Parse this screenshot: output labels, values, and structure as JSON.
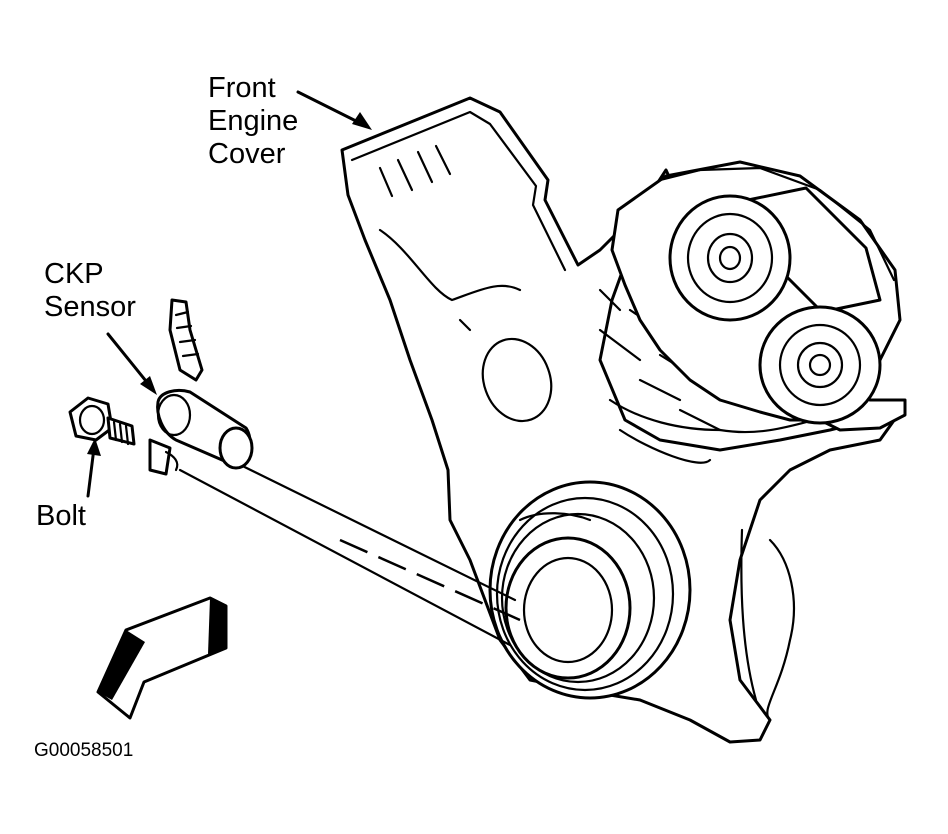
{
  "labels": {
    "front_engine_cover": [
      "Front",
      "Engine",
      "Cover"
    ],
    "ckp_sensor": [
      "CKP",
      "Sensor"
    ],
    "bolt": "Bolt"
  },
  "figure_id": "G00058501"
}
